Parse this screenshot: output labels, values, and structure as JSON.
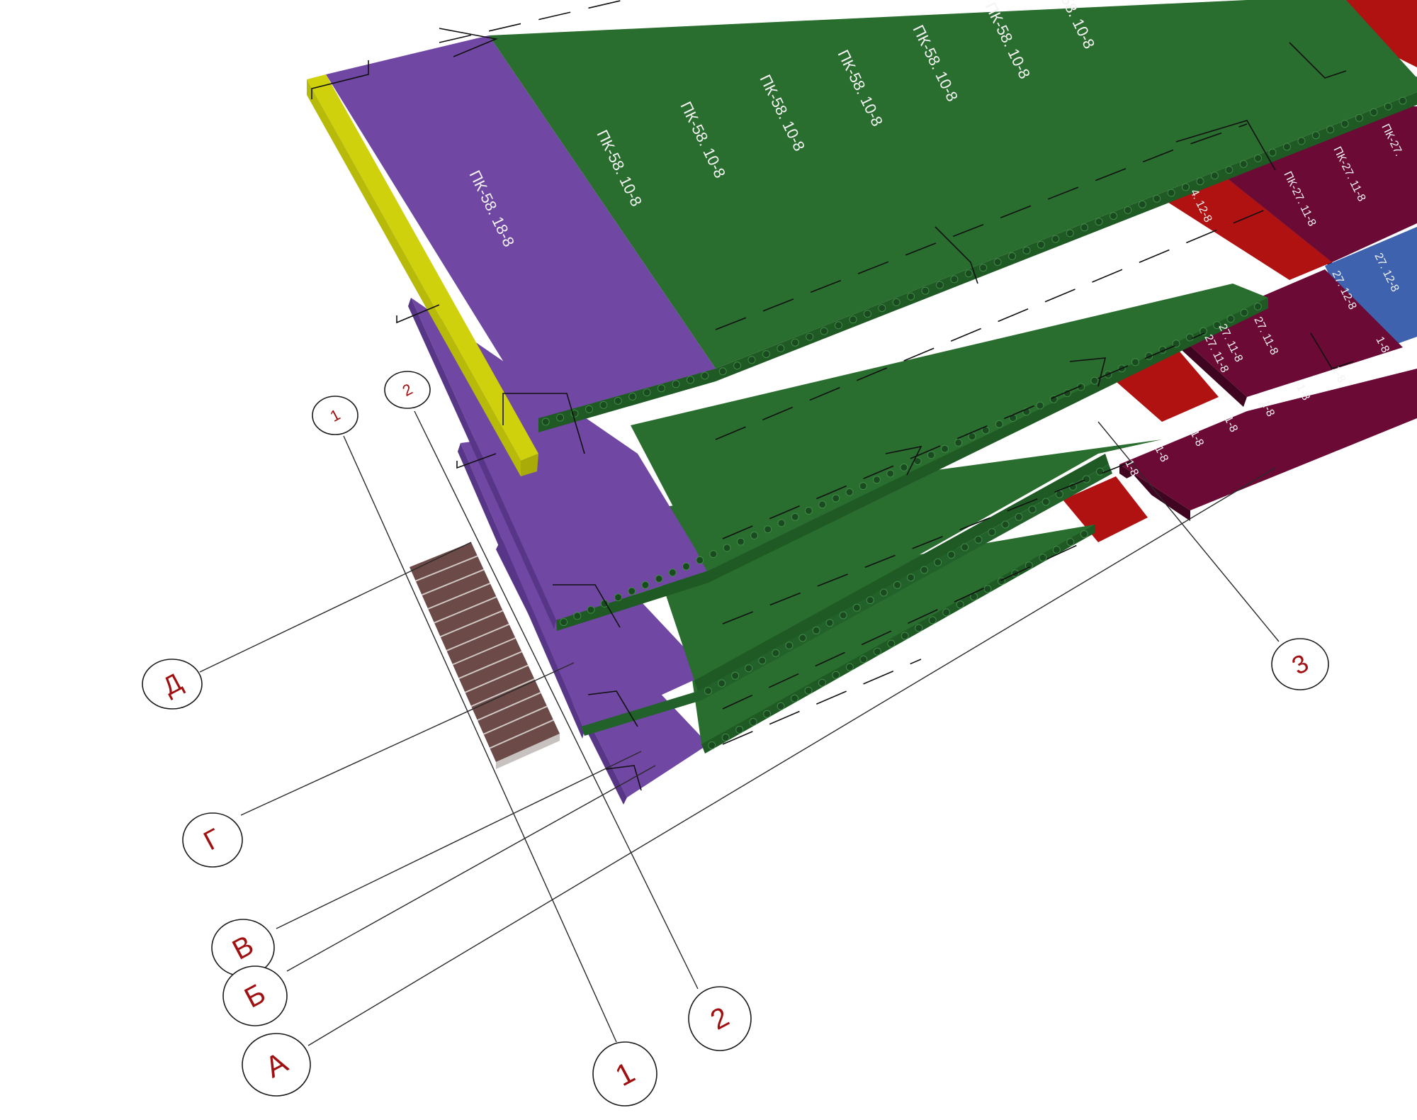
{
  "colors": {
    "green_slab": "#2a6e2f",
    "green_edge": "#1f5a25",
    "purple_slab": "#7047a3",
    "purple_edge": "#573587",
    "yellow_beam": "#cfd10d",
    "red_slab": "#b01212",
    "maroon_slab": "#6a0a35",
    "blue_slab": "#3e62ad",
    "stair": "#6b4a47",
    "bubble_text": "#a01010"
  },
  "axes": {
    "letters": [
      {
        "id": "D",
        "label": "Д"
      },
      {
        "id": "G",
        "label": "Г"
      },
      {
        "id": "V",
        "label": "В"
      },
      {
        "id": "B",
        "label": "Б"
      },
      {
        "id": "A",
        "label": "А"
      }
    ],
    "numbers_bottom": [
      {
        "id": "n1",
        "label": "1"
      },
      {
        "id": "n2",
        "label": "2"
      }
    ],
    "numbers_top": [
      {
        "id": "t1",
        "label": "1"
      },
      {
        "id": "t2",
        "label": "2"
      }
    ],
    "number_right": {
      "id": "n3",
      "label": "3"
    }
  },
  "slab_labels": {
    "purple_top": "ПК-58. 18-8",
    "green_top": [
      "ПК-58. 10-8",
      "ПК-58. 10-8",
      "ПК-58. 10-8",
      "ПК-58. 10-8",
      "ПК-58. 10-8",
      "ПК-58. 10-8",
      "58. 10-8"
    ],
    "maroon_top": [
      "ПК-27. 11-8",
      "ПК-27. 11-8",
      "ПК-27."
    ],
    "red_small": "4. 12-8",
    "blue_small": [
      "27. 12-8",
      "27. 12-8",
      "1-8"
    ],
    "maroon_small": [
      "27. 11-8",
      "27. 11-8",
      "27. 11-8"
    ],
    "tiny": [
      "1-8",
      "1-8",
      "1-8",
      "1-8",
      "1-8",
      "1-8",
      "1-8"
    ]
  }
}
